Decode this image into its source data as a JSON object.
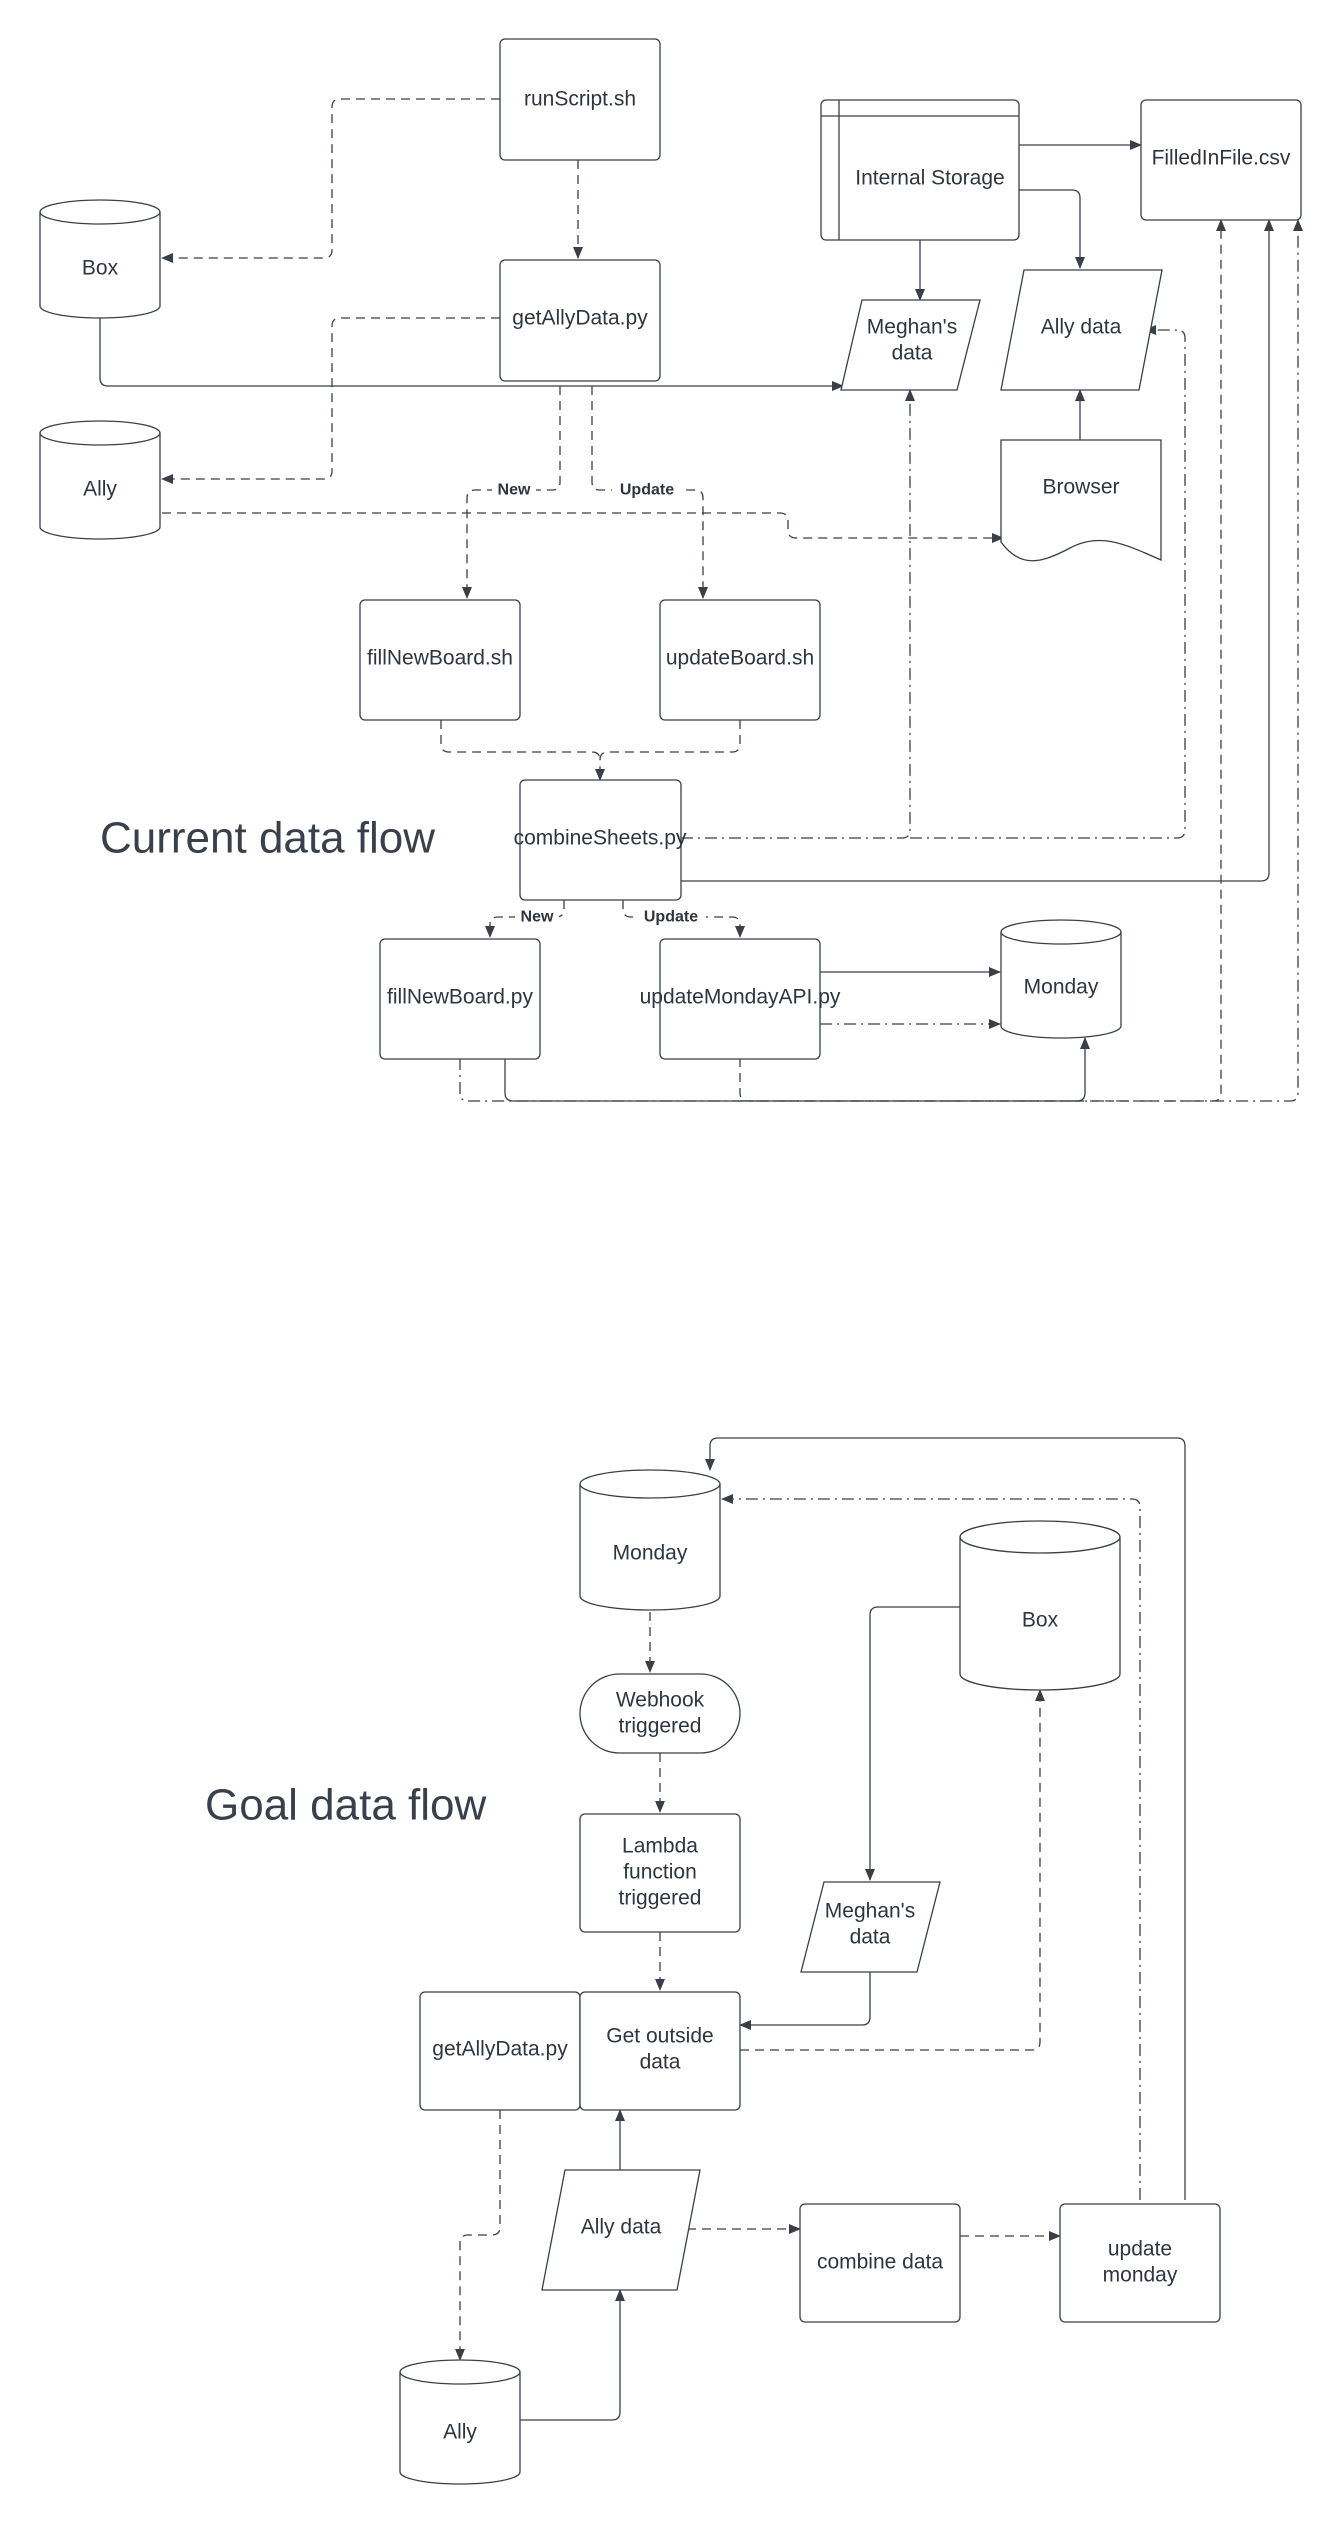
{
  "titles": {
    "current": "Current data flow",
    "goal": "Goal data flow"
  },
  "current_flow": {
    "nodes": {
      "runscript": [
        "runScript.sh"
      ],
      "box": [
        "Box"
      ],
      "getallydata": [
        "getAllyData.py"
      ],
      "ally": [
        "Ally"
      ],
      "internal_storage": [
        "Internal Storage"
      ],
      "filledinfile": [
        "FilledInFile.csv"
      ],
      "meghans_data": [
        "Meghan's",
        "data"
      ],
      "ally_data": [
        "Ally data"
      ],
      "browser": [
        "Browser"
      ],
      "fillnewboard_sh": [
        "fillNewBoard.sh"
      ],
      "updateboard_sh": [
        "updateBoard.sh"
      ],
      "combinesheets": [
        "combineSheets.py"
      ],
      "fillnewboard_py": [
        "fillNewBoard.py"
      ],
      "updatemondayapi": [
        "updateMondayAPI.py"
      ],
      "monday": [
        "Monday"
      ]
    },
    "edge_labels": {
      "new_1": "New",
      "update_1": "Update",
      "new_2": "New",
      "update_2": "Update"
    }
  },
  "goal_flow": {
    "nodes": {
      "monday": [
        "Monday"
      ],
      "box": [
        "Box"
      ],
      "webhook": [
        "Webhook",
        "triggered"
      ],
      "lambda": [
        "Lambda",
        "function",
        "triggered"
      ],
      "meghans_data": [
        "Meghan's",
        "data"
      ],
      "getallydata": [
        "getAllyData.py"
      ],
      "get_outside_data": [
        "Get outside",
        "data"
      ],
      "ally_data": [
        "Ally data"
      ],
      "combine_data": [
        "combine data"
      ],
      "update_monday": [
        "update",
        "monday"
      ],
      "ally": [
        "Ally"
      ]
    }
  },
  "colors": {
    "stroke": "#3a3f47",
    "text": "#2f3540",
    "background": "#ffffff"
  }
}
